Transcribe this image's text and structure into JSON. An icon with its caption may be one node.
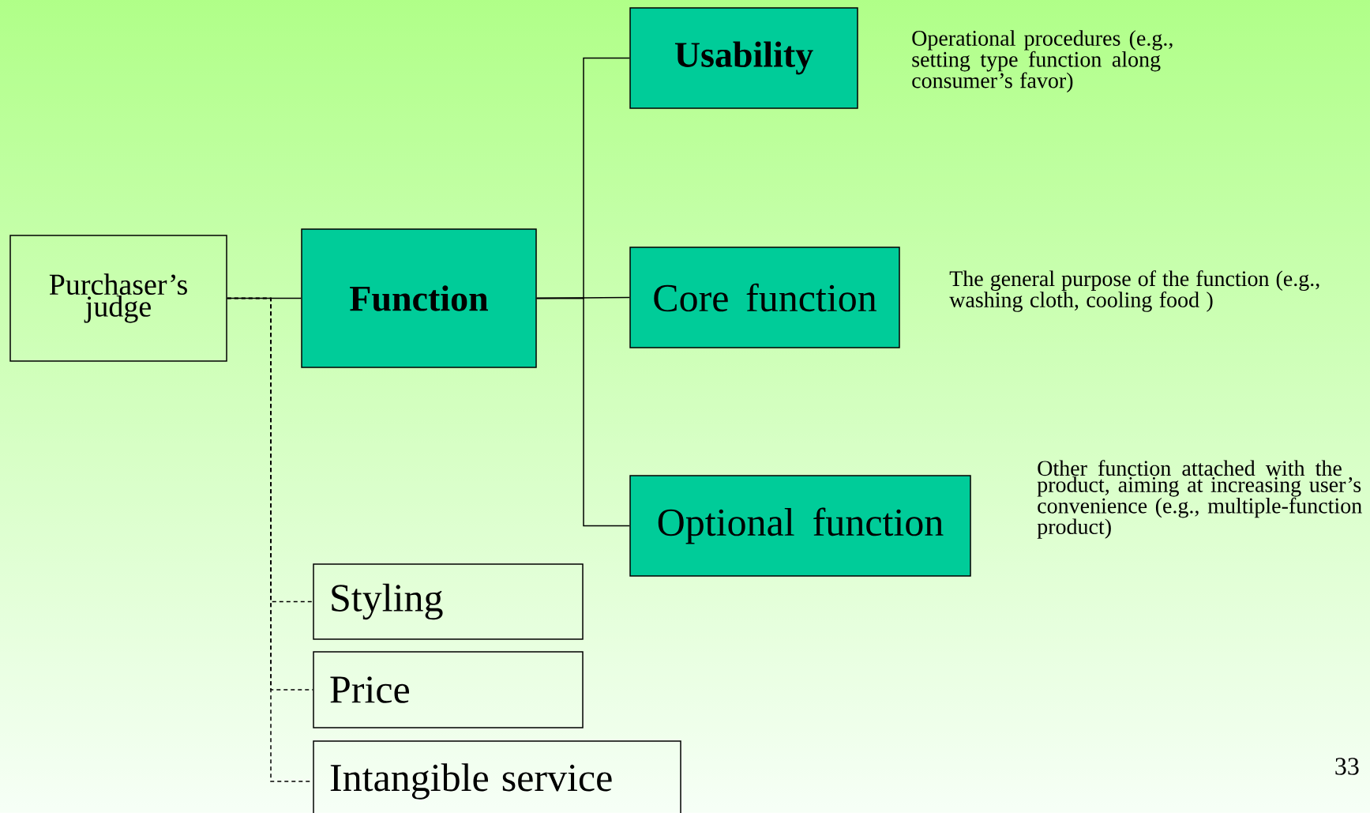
{
  "diagram": {
    "nodes": [
      {
        "text": [
          "Purchaser’s judge"
        ]
      },
      {
        "text": [
          "Function"
        ]
      },
      {
        "text": [
          "Usability"
        ],
        "beside": [
          "Operational procedures (e.g., setting type function along consumer’s favor)"
        ]
      },
      {
        "text": [
          "Core function"
        ],
        "beside": [
          "The general purpose of the function (e.g., washing cloth, cooling food )"
        ]
      },
      {
        "text": [
          "Optional function"
        ],
        "beside": [
          "Other function attached with the product, aiming at increasing user’s convenience (e.g., multiple-function product)"
        ]
      },
      {
        "text": [
          "Styling"
        ]
      },
      {
        "text": [
          "Price"
        ]
      },
      {
        "text": [
          "Intangible service"
        ]
      }
    ],
    "edges": [
      {
        "from": 0,
        "to": 1,
        "arrow": "none"
      },
      {
        "from": 1,
        "to": 2,
        "arrow": "none"
      },
      {
        "from": 1,
        "to": 3,
        "arrow": "none"
      },
      {
        "from": 1,
        "to": 4,
        "arrow": "none"
      },
      {
        "from": 0,
        "to": 5,
        "arrow": "none",
        "style": "dashed"
      },
      {
        "from": 0,
        "to": 6,
        "arrow": "none",
        "style": "dashed"
      },
      {
        "from": 0,
        "to": 7,
        "arrow": "none",
        "style": "dashed"
      }
    ],
    "labels": [
      "33"
    ]
  }
}
